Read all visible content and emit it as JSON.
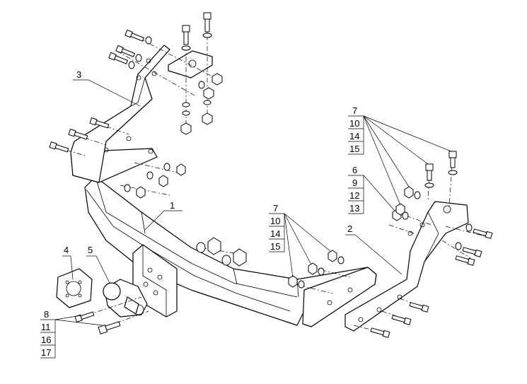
{
  "diagram": {
    "callouts": {
      "c1": "1",
      "c2": "2",
      "c3": "3",
      "c4": "4",
      "c5": "5",
      "right_top_stack": [
        "7",
        "10",
        "14",
        "15"
      ],
      "right_mid_stack": [
        "6",
        "9",
        "12",
        "13"
      ],
      "center_stack": [
        "7",
        "10",
        "14",
        "15"
      ],
      "bottom_left_stack": [
        "8",
        "11",
        "16",
        "17"
      ]
    }
  }
}
